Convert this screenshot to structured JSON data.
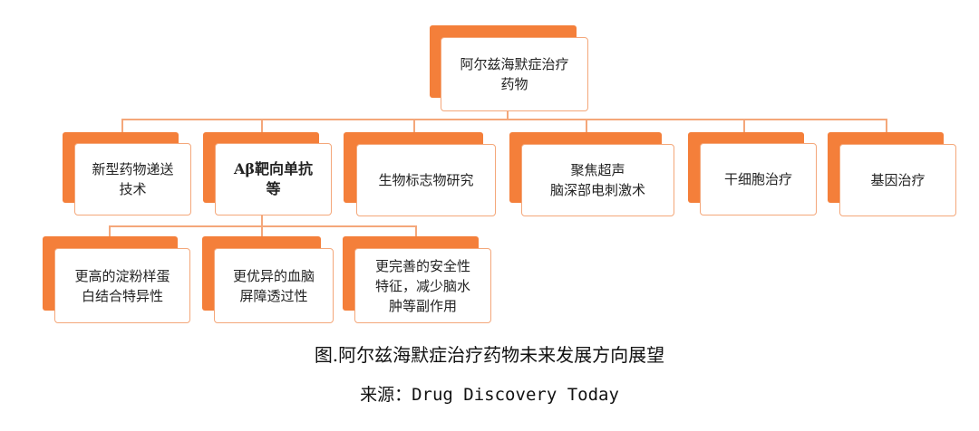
{
  "diagram": {
    "root": {
      "label": "阿尔兹海默症治疗\n药物"
    },
    "branches": [
      {
        "label": "新型药物递送\n技术"
      },
      {
        "label": "Aβ靶向单抗\n等",
        "emphasis": true
      },
      {
        "label": "生物标志物研究"
      },
      {
        "label": "聚焦超声\n脑深部电刺激术"
      },
      {
        "label": "干细胞治疗"
      },
      {
        "label": "基因治疗"
      }
    ],
    "sub_branches": [
      {
        "label": "更高的淀粉样蛋\n白结合特异性"
      },
      {
        "label": "更优异的血脑\n屏障透过性"
      },
      {
        "label": "更完善的安全性\n特征，减少脑水\n肿等副作用"
      }
    ],
    "colors": {
      "box_fill": "#f47f3a",
      "border": "#f4a77a",
      "connector": "#f4a77a"
    }
  },
  "caption": {
    "title": "图.阿尔兹海默症治疗药物未来发展方向展望",
    "source": "来源：Drug Discovery Today"
  }
}
